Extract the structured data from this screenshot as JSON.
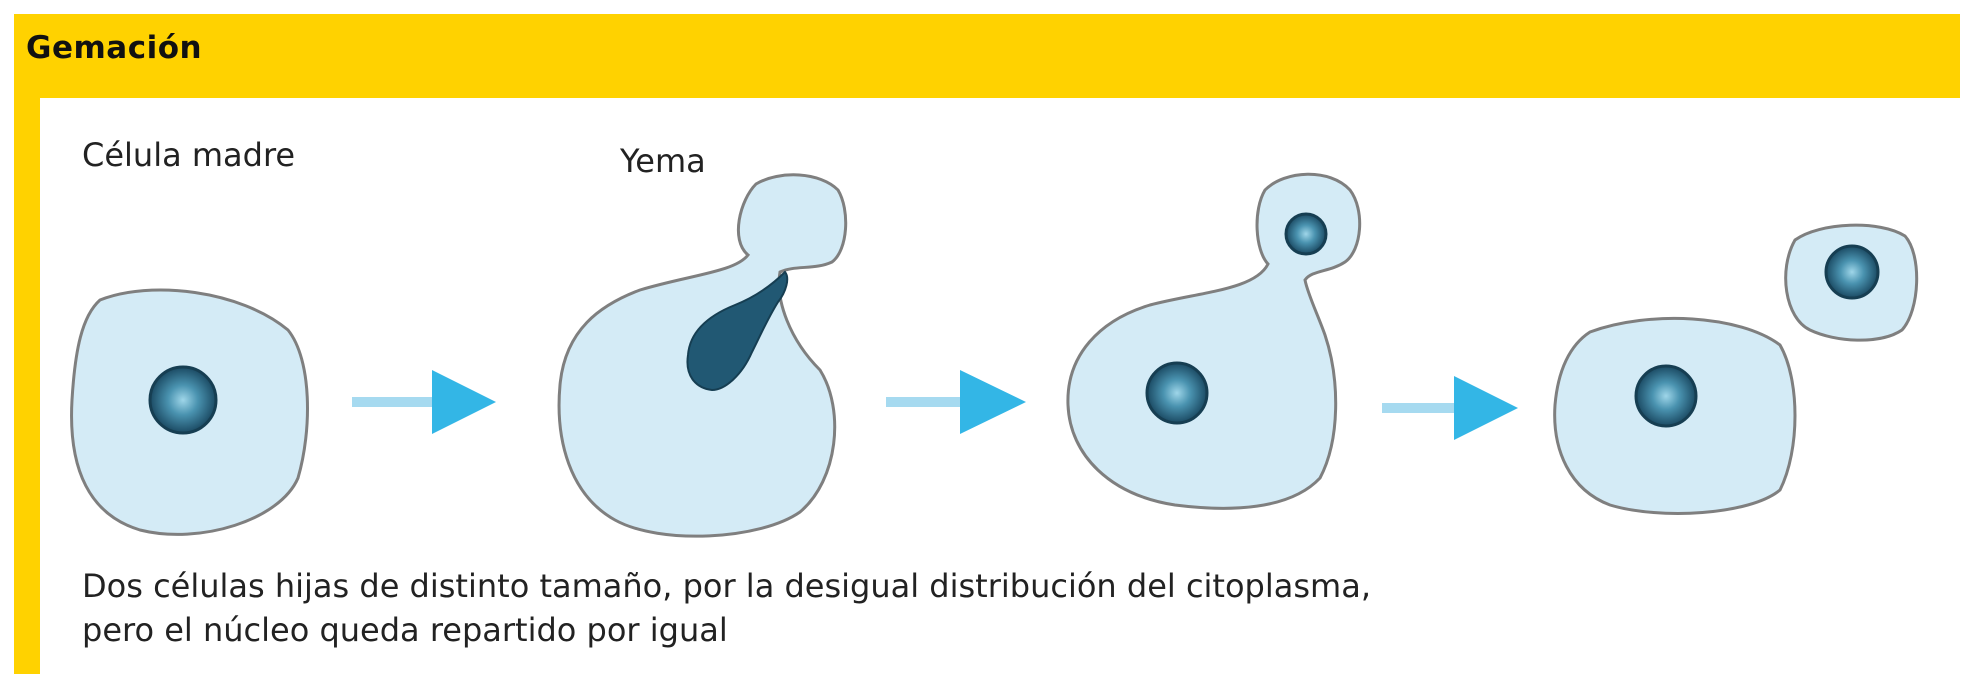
{
  "title": "Gemación",
  "labels": {
    "mother_cell": "Célula madre",
    "bud": "Yema"
  },
  "caption": {
    "line1": "Dos células hijas de distinto tamaño, por la desigual distribución del citoplasma,",
    "line2": "pero el núcleo queda repartido por igual"
  },
  "colors": {
    "frame": "#ffd200",
    "cytoplasm": "#d4ebf6",
    "membrane": "#7f7f7f",
    "nucleus": "#215873",
    "arrow": "#33b6e6"
  }
}
